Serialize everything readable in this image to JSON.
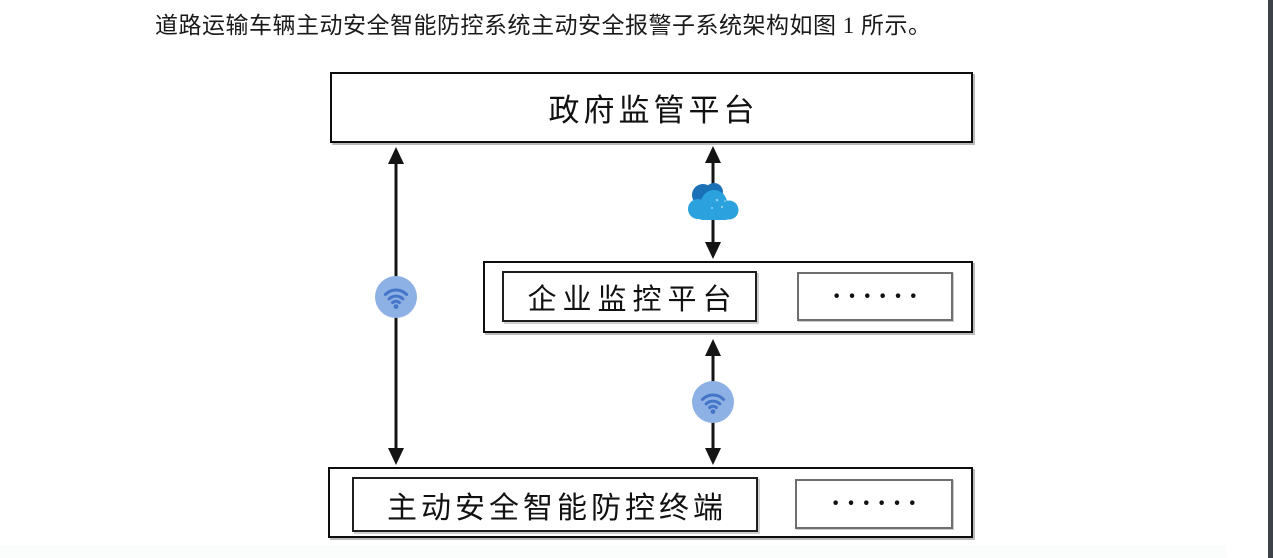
{
  "document": {
    "intro_text": "道路运输车辆主动安全智能防控系统主动安全报警子系统架构如图 1 所示。"
  },
  "diagram": {
    "government_platform_label": "政府监管平台",
    "enterprise_platform_label": "企业监控平台",
    "enterprise_row_ellipsis": "······",
    "terminal_label": "主动安全智能防控终端",
    "terminal_row_ellipsis": "······",
    "icons": {
      "cloud": "cloud-network-icon",
      "wifi_left": "wifi-icon",
      "wifi_middle": "wifi-icon",
      "arrows": "double-headed-vertical-arrow"
    },
    "colors": {
      "arrow": "#141414",
      "wifi_circle": "#8DB1E4",
      "wifi_symbol": "#4575C8",
      "cloud_dark": "#1A71B8",
      "cloud_light": "#2BA2DE",
      "scrollbar": "#3C4148"
    }
  }
}
